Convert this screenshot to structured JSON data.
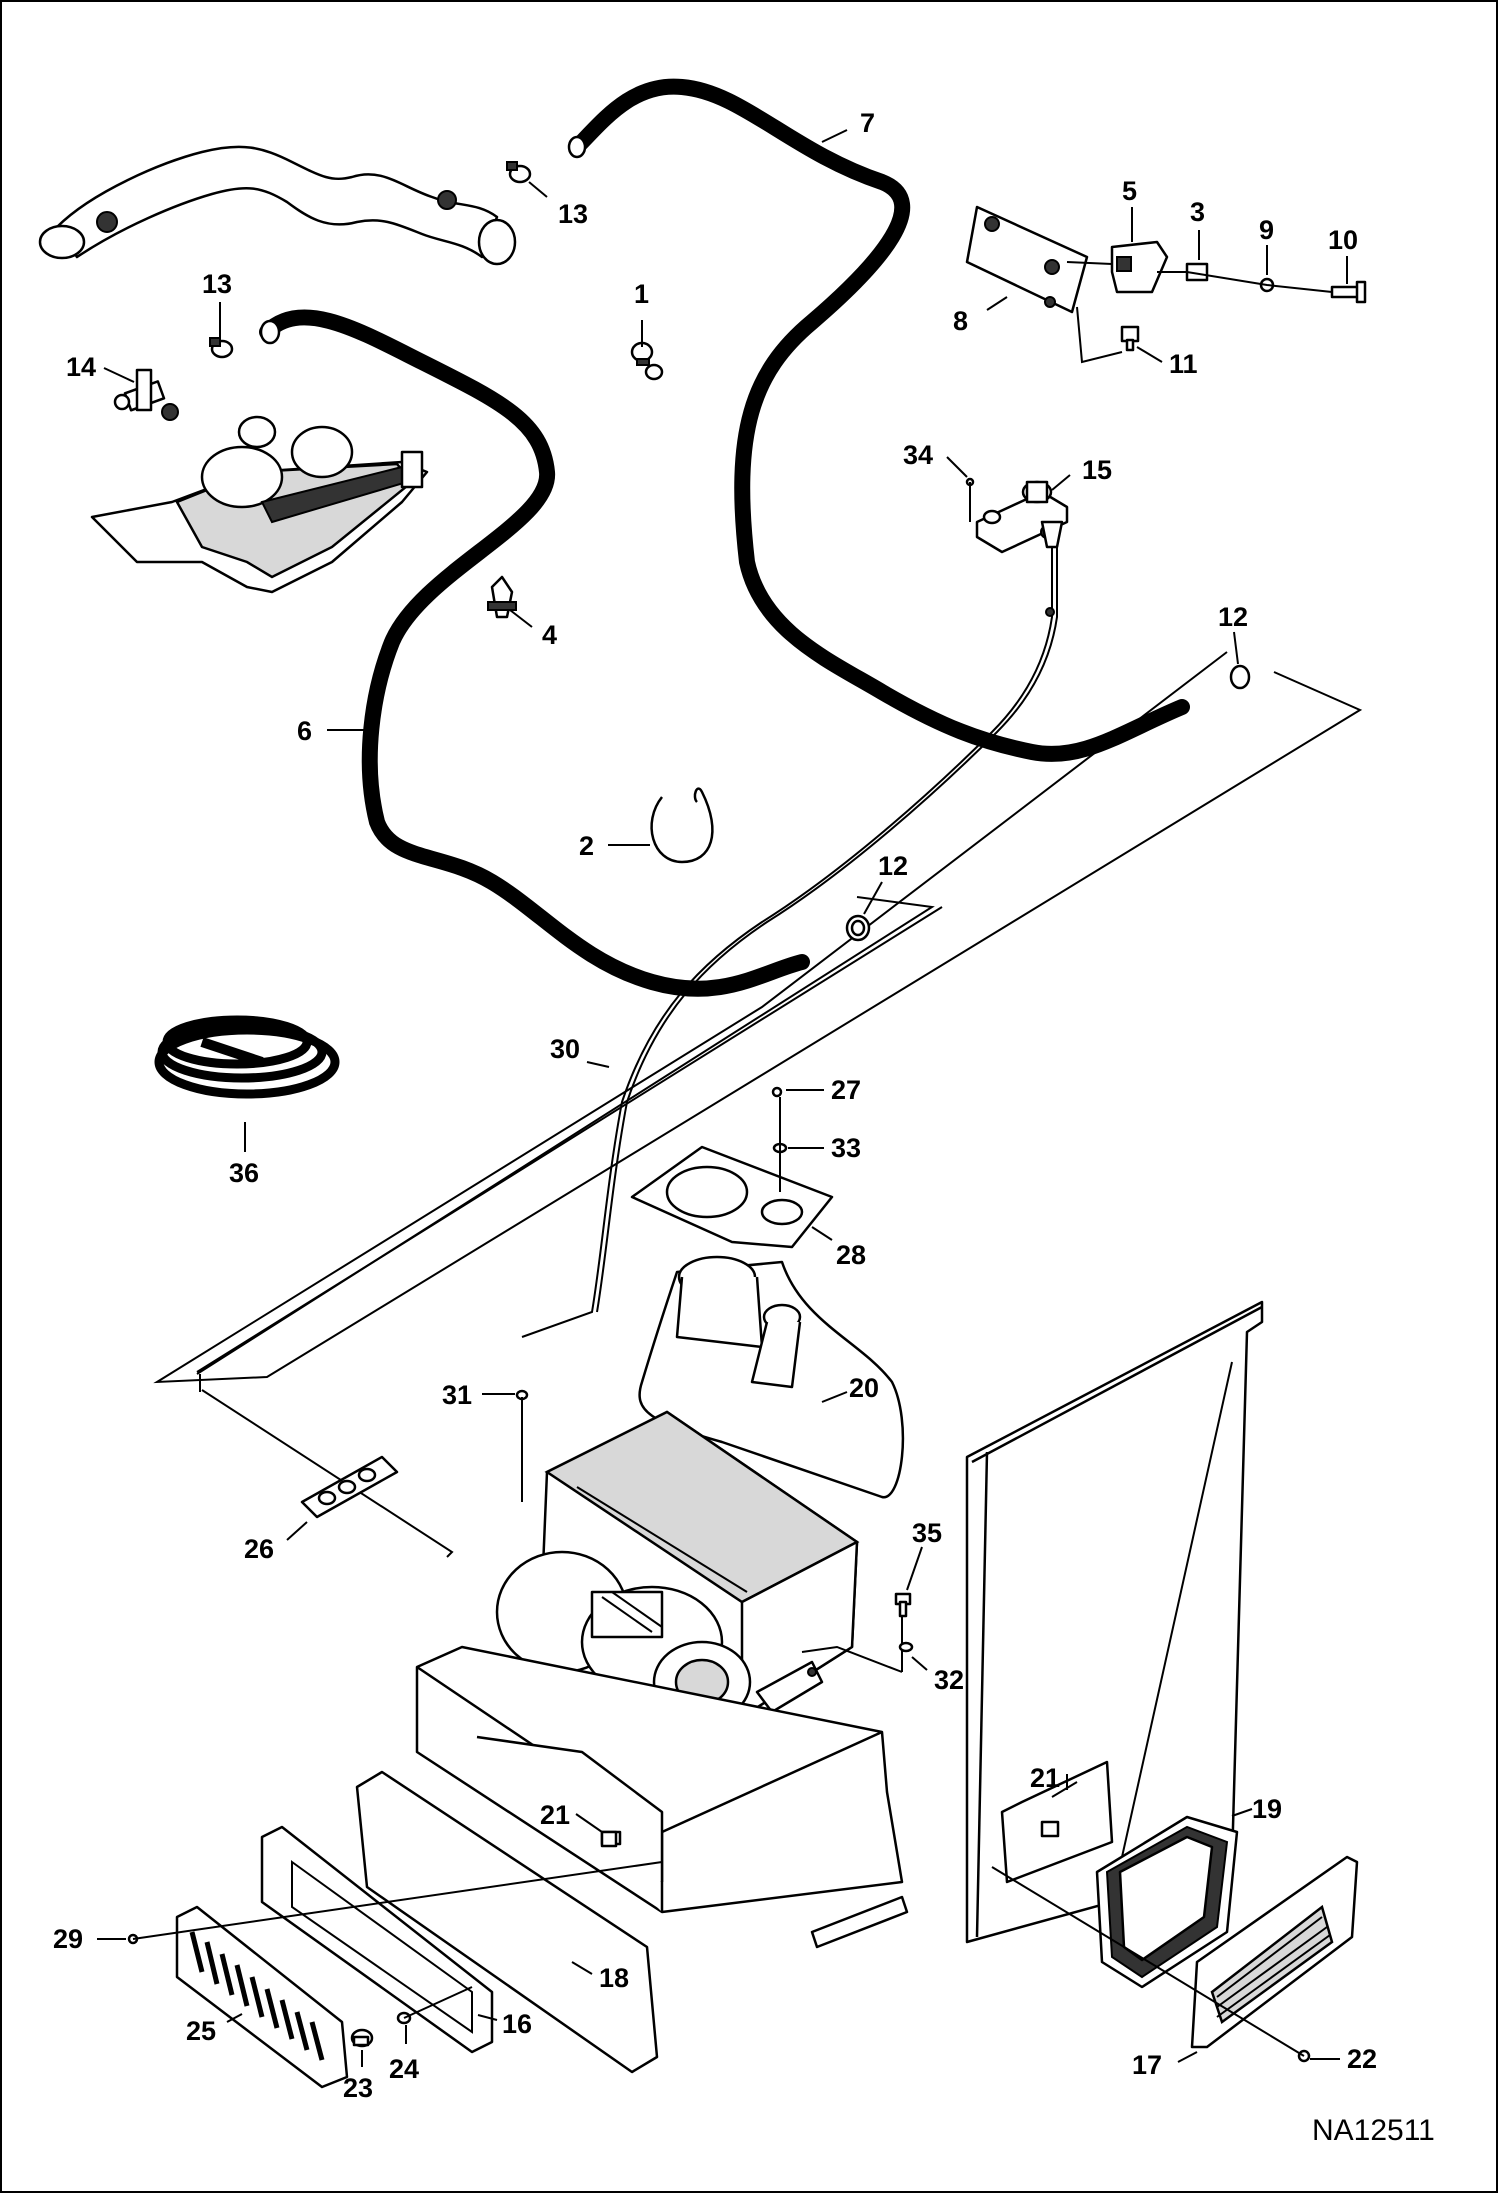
{
  "diagram_id": "NA12511",
  "callouts": [
    "1",
    "2",
    "3",
    "4",
    "5",
    "6",
    "7",
    "8",
    "9",
    "10",
    "11",
    "12",
    "12",
    "13",
    "13",
    "14",
    "15",
    "16",
    "17",
    "18",
    "19",
    "20",
    "21",
    "21",
    "22",
    "23",
    "24",
    "25",
    "26",
    "27",
    "28",
    "29",
    "30",
    "31",
    "32",
    "33",
    "34",
    "35",
    "36"
  ]
}
